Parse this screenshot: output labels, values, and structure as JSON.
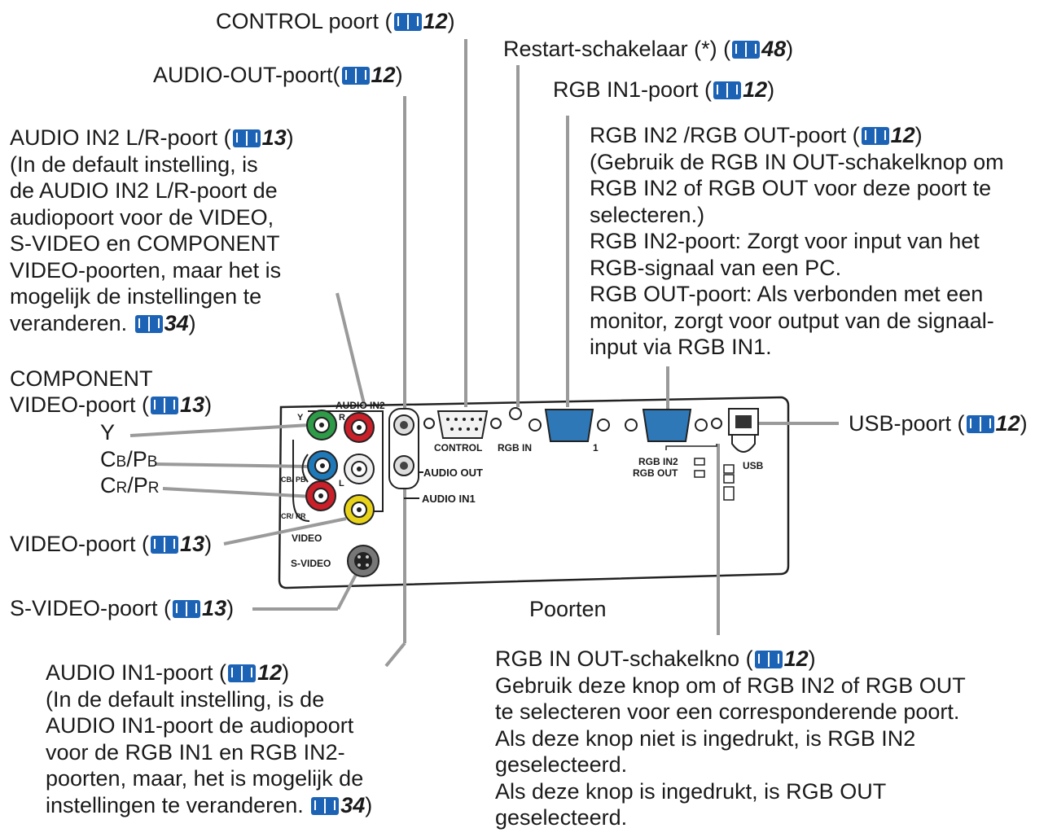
{
  "labels": {
    "control": {
      "name": "CONTROL poort (",
      "page": "12",
      "close": ")"
    },
    "restart": {
      "name": "Restart-schakelaar (*) (",
      "page": "48",
      "close": ")"
    },
    "audio_out": {
      "name": "AUDIO-OUT-poort(",
      "page": "12",
      "close": ")"
    },
    "rgb_in1": {
      "name": "RGB IN1-poort (",
      "page": "12",
      "close": ")"
    },
    "rgb_in2": {
      "line1_name": "RGB IN2 /RGB OUT-poort (",
      "line1_page": "12",
      "line1_close": ")",
      "line2": "(Gebruik de RGB IN OUT-schakelknop om",
      "line3": "RGB IN2 of RGB OUT voor deze poort te",
      "line4": "selecteren.)",
      "line5": "RGB IN2-poort: Zorgt voor input van het",
      "line6": "RGB-signaal van een PC.",
      "line7": "RGB OUT-poort: Als verbonden met een",
      "line8": "monitor, zorgt voor output van de signaal-",
      "line9": "input via RGB IN1."
    },
    "audio_in2": {
      "line1_name": "AUDIO IN2 L/R-poort (",
      "line1_page": "13",
      "line1_close": ")",
      "line2": "(In de default instelling, is",
      "line3": "de AUDIO IN2 L/R-poort de",
      "line4": "audiopoort voor de VIDEO,",
      "line5": "S-VIDEO en COMPONENT",
      "line6": "VIDEO-poorten, maar het is",
      "line7": "mogelijk de instellingen te",
      "line8_text": "veranderen. ",
      "line8_page": "34",
      "line8_close": ")"
    },
    "component": {
      "line1": "COMPONENT",
      "line2_name": "VIDEO-poort (",
      "line2_page": "13",
      "line2_close": ")",
      "y": "Y",
      "cb_c": "C",
      "cb_b": "B",
      "cb_slash": "/P",
      "cb_b2": "B",
      "cr_c": "C",
      "cr_r": "R",
      "cr_slash": "/P",
      "cr_r2": "R"
    },
    "video": {
      "name": "VIDEO-poort (",
      "page": "13",
      "close": ")"
    },
    "svideo": {
      "name": "S-VIDEO-poort (",
      "page": "13",
      "close": ")"
    },
    "usb": {
      "name": "USB-poort (",
      "page": "12",
      "close": ")"
    },
    "audio_in1": {
      "line1_name": "AUDIO IN1-poort (",
      "line1_page": "12",
      "line1_close": ")",
      "line2": "(In de default instelling, is de",
      "line3": "AUDIO IN1-poort de audiopoort",
      "line4": "voor de RGB IN1 en RGB IN2-",
      "line5": "poorten, maar, het is mogelijk de",
      "line6_text": "instellingen te veranderen. ",
      "line6_page": "34",
      "line6_close": ")"
    },
    "switch": {
      "line1_name": "RGB IN OUT-schakelkno (",
      "line1_page": "12",
      "line1_close": ")",
      "line2": "Gebruik deze knop om of RGB IN2 of RGB OUT",
      "line3": "te selecteren voor een corresponderende poort.",
      "line4": "Als deze knop niet is ingedrukt, is RGB IN2",
      "line5": "geselecteerd.",
      "line6": "Als deze knop is ingedrukt, is RGB OUT",
      "line7": "geselecteerd."
    }
  },
  "caption": "Poorten",
  "panel_labels": {
    "audio_in2": "AUDIO IN2",
    "y": "Y",
    "r": "R",
    "l": "L",
    "cb_pb": "CB/ PB",
    "cr_pr": "CR/ PR",
    "video": "VIDEO",
    "svideo": "S-VIDEO",
    "audio_out": "AUDIO OUT",
    "audio_in1": "AUDIO IN1",
    "control": "CONTROL",
    "rgb_in": "RGB IN",
    "one": "1",
    "rgb_in2": "RGB IN2",
    "rgb_out": "RGB OUT",
    "usb": "USB"
  },
  "colors": {
    "green": "#2e9b48",
    "blue": "#1f78b8",
    "red": "#c9202a",
    "yellow": "#e8d21a",
    "white": "#eeeeee",
    "vga": "#2e78b8",
    "book": "#1c63b5"
  }
}
